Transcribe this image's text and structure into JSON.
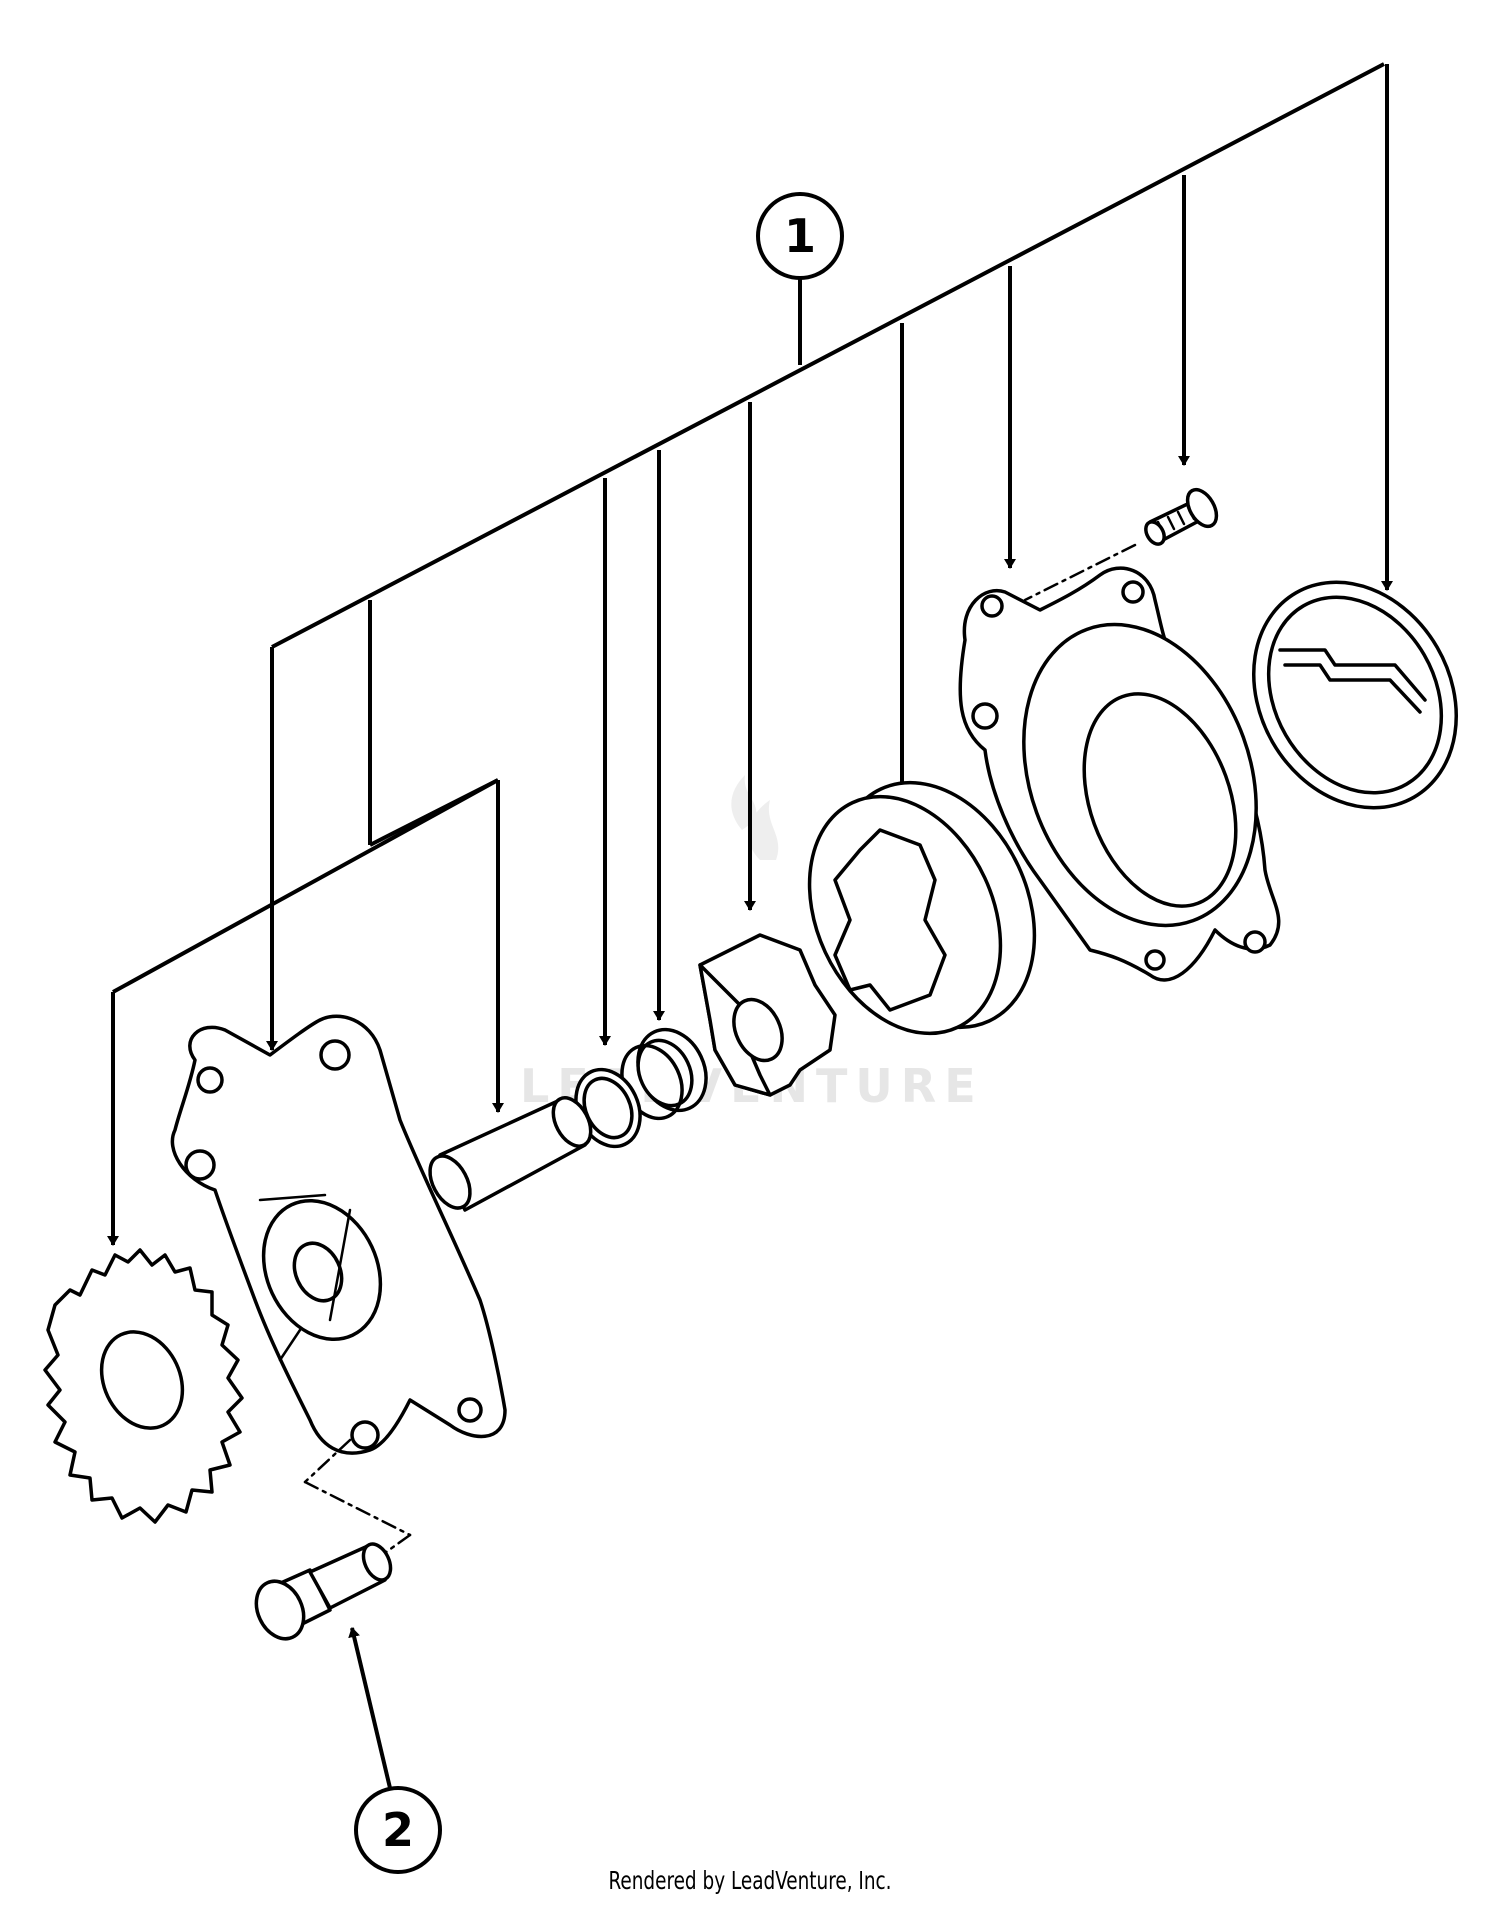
{
  "callouts": [
    {
      "id": "1",
      "label": "1"
    },
    {
      "id": "2",
      "label": "2"
    }
  ],
  "watermark": {
    "text": "LEADVENTURE"
  },
  "footer": {
    "text": "Rendered by LeadVenture, Inc."
  },
  "colors": {
    "ink": "#000000",
    "background": "#ffffff",
    "watermark": "#e6e6e6"
  }
}
